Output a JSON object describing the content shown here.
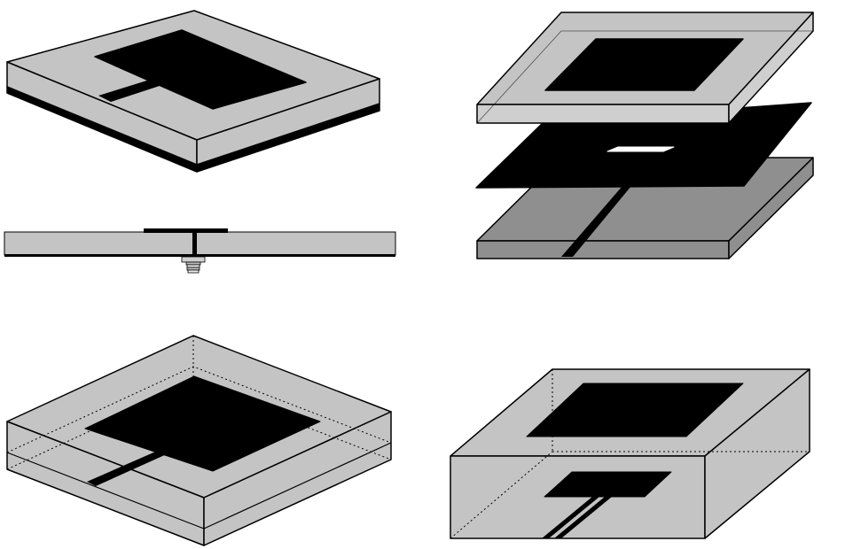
{
  "figure": {
    "panels": [
      {
        "id": "inset-fed-microstrip-patch",
        "description_visible": false
      },
      {
        "id": "probe-fed-patch-side-view",
        "description_visible": false
      },
      {
        "id": "aperture-coupled-patch-exploded",
        "description_visible": false
      },
      {
        "id": "embedded-microstrip-fed-patch",
        "description_visible": false
      },
      {
        "id": "proximity-coupled-patch-box",
        "description_visible": false
      }
    ],
    "colors": {
      "substrate_face": "#c4c4c4",
      "substrate_light": "#cfcfcf",
      "substrate_dark": "#8f8f8f",
      "metal": "#000000",
      "background": "#ffffff",
      "slot": "#ffffff",
      "connector": "#d0d0d0"
    }
  }
}
